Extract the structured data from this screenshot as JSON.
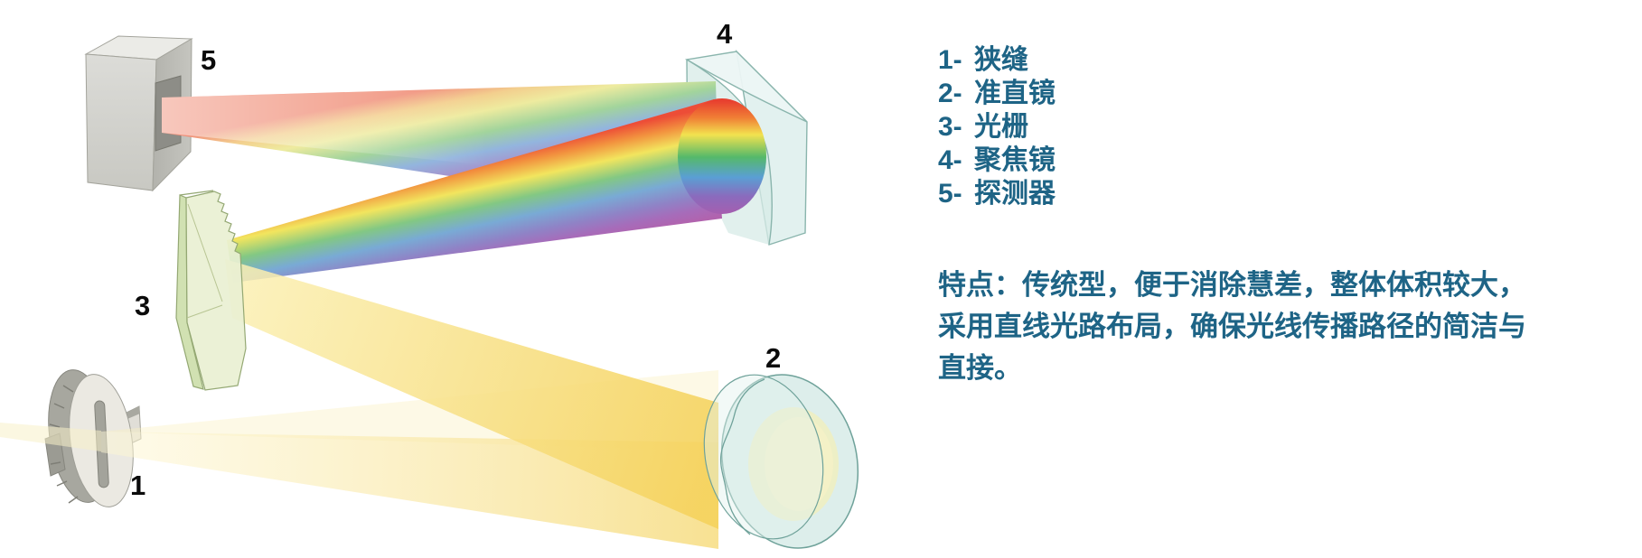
{
  "colors": {
    "text_teal": "#1e6486",
    "marker_black": "#0b0b0b",
    "beam_yellow": "#f5d763",
    "glass_cyan": "#dff0ed",
    "grating_green": "#e9f0d3",
    "metal_gray": "#cfcfc9"
  },
  "diagram": {
    "markers": {
      "slit": "1",
      "collimating_lens": "2",
      "grating": "3",
      "focusing_mirror": "4",
      "detector": "5"
    }
  },
  "legend": {
    "items": [
      {
        "num": "1-",
        "label": "狭缝"
      },
      {
        "num": "2-",
        "label": "准直镜"
      },
      {
        "num": "3-",
        "label": "光栅"
      },
      {
        "num": "4-",
        "label": "聚焦镜"
      },
      {
        "num": "5-",
        "label": "探测器"
      }
    ]
  },
  "description": "特点：传统型，便于消除慧差，整体体积较大，采用直线光路布局，确保光线传播路径的简洁与直接。"
}
